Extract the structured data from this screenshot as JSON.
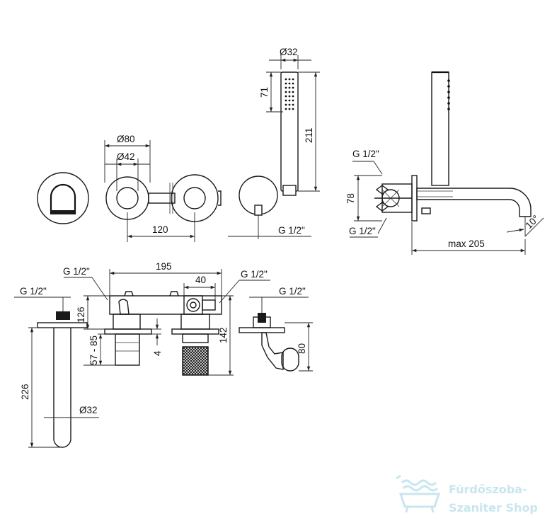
{
  "dimensions": {
    "shower_diameter": "Ø32",
    "shower_head_height": "71",
    "shower_height": "211",
    "rosette_outer": "Ø80",
    "rosette_inner": "Ø42",
    "spacing": "120",
    "conn_outlet": "G 1/2\"",
    "side_inlet_top": "G 1/2\"",
    "side_height": "78",
    "side_inlet_bottom": "G 1/2\"",
    "side_angle": "10°",
    "side_max": "max 205",
    "bottom_g1": "G 1/2\"",
    "bottom_g2": "G 1/2\"",
    "bottom_g3": "G 1/2\"",
    "bottom_g4": "G 1/2\"",
    "bottom_width": "195",
    "bottom_40": "40",
    "bottom_126": "126",
    "bottom_5785": "57 - 85",
    "bottom_4": "4",
    "bottom_142": "142",
    "bottom_80": "80",
    "spout_length": "226",
    "spout_diameter": "Ø32"
  },
  "watermark": {
    "line1": "Fürdőszoba-",
    "line2": "Szaniter Shop",
    "color": "#c9e6ef"
  }
}
